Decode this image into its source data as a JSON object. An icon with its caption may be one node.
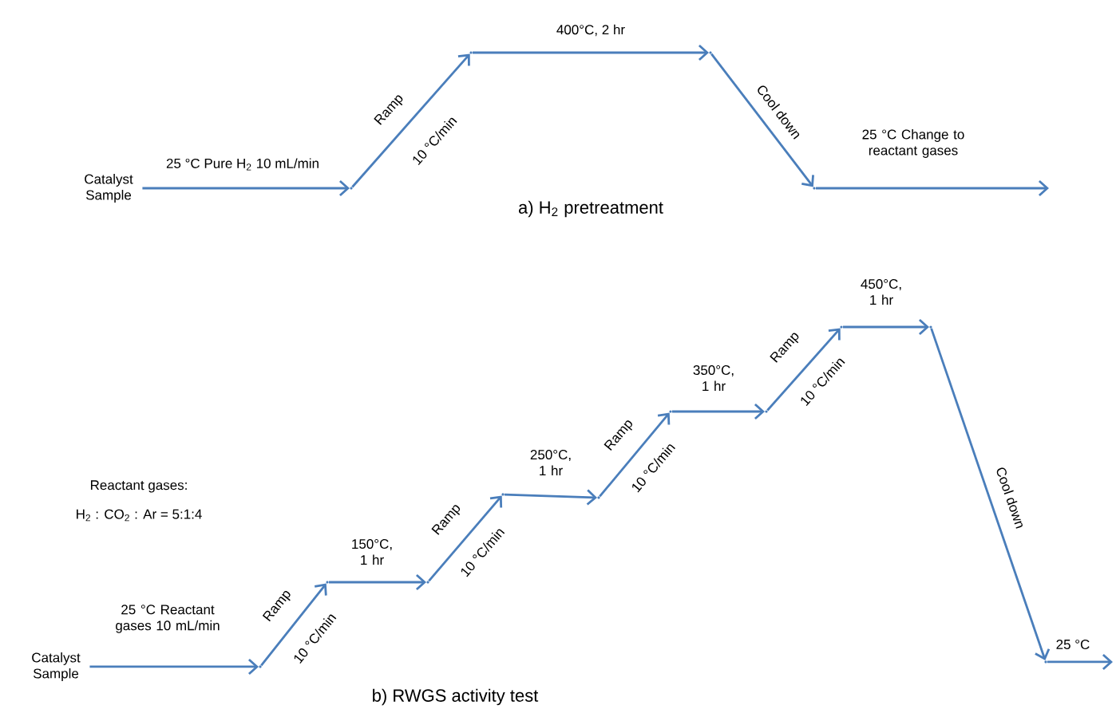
{
  "diagram": {
    "nodes": [
      {
        "text": [
          "Catalyst Sample"
        ]
      },
      {
        "text": [],
        "shape": "point"
      },
      {
        "text": [],
        "shape": "point"
      },
      {
        "text": [],
        "shape": "point"
      },
      {
        "text": [],
        "shape": "point"
      },
      {
        "text": [
          "Catalyst Sample"
        ]
      },
      {
        "text": [],
        "shape": "point"
      },
      {
        "text": [],
        "shape": "point"
      },
      {
        "text": [],
        "shape": "point"
      },
      {
        "text": [],
        "shape": "point"
      },
      {
        "text": [],
        "shape": "point"
      },
      {
        "text": [],
        "shape": "point"
      },
      {
        "text": [],
        "shape": "point"
      },
      {
        "text": [],
        "shape": "point"
      },
      {
        "text": [],
        "shape": "point"
      },
      {
        "text": [],
        "shape": "point"
      }
    ],
    "edges": [
      {
        "from": 0,
        "to": 1,
        "arrow": "to",
        "label": "25 °C Pure H$_{2}$ 10 mL/min"
      },
      {
        "from": 1,
        "to": 2,
        "arrow": "to",
        "label": "Ramp"
      },
      {
        "from": 2,
        "to": 3,
        "arrow": "to",
        "label": "400°C, 2 hr"
      },
      {
        "from": 3,
        "to": 4,
        "arrow": "to",
        "label": "Cool down"
      },
      {
        "from": 4,
        "to": null,
        "arrow": "to",
        "label": "25 °C Change to reactant gases"
      },
      {
        "from": 5,
        "to": 6,
        "arrow": "to",
        "label": "25 °C Reactant gases 10 mL/min"
      },
      {
        "from": 6,
        "to": 7,
        "arrow": "to",
        "label": "Ramp"
      },
      {
        "from": 7,
        "to": 8,
        "arrow": "to",
        "label": "150°C, 1 hr"
      },
      {
        "from": 8,
        "to": 9,
        "arrow": "to",
        "label": "Ramp"
      },
      {
        "from": 9,
        "to": 10,
        "arrow": "to",
        "label": "250°C, 1 hr"
      },
      {
        "from": 10,
        "to": 11,
        "arrow": "to",
        "label": "Ramp"
      },
      {
        "from": 11,
        "to": 12,
        "arrow": "to",
        "label": "350°C, 1 hr"
      },
      {
        "from": 12,
        "to": 13,
        "arrow": "to",
        "label": "Ramp"
      },
      {
        "from": 13,
        "to": 14,
        "arrow": "to",
        "label": "450°C, 1 hr"
      },
      {
        "from": 14,
        "to": 15,
        "arrow": "to",
        "label": "Cool down"
      },
      {
        "from": 15,
        "to": null,
        "arrow": "to",
        "label": "25 °C"
      }
    ],
    "labels": [
      "10 °C/min",
      "a) H$_{2}$ pretreatment",
      "Reactant gases:",
      "H$_{2}$ : CO$_{2}$ : Ar = 5:1:4",
      "10 °C/min",
      "10 °C/min",
      "10 °C/min",
      "10 °C/min",
      "b) RWGS activity test"
    ]
  }
}
